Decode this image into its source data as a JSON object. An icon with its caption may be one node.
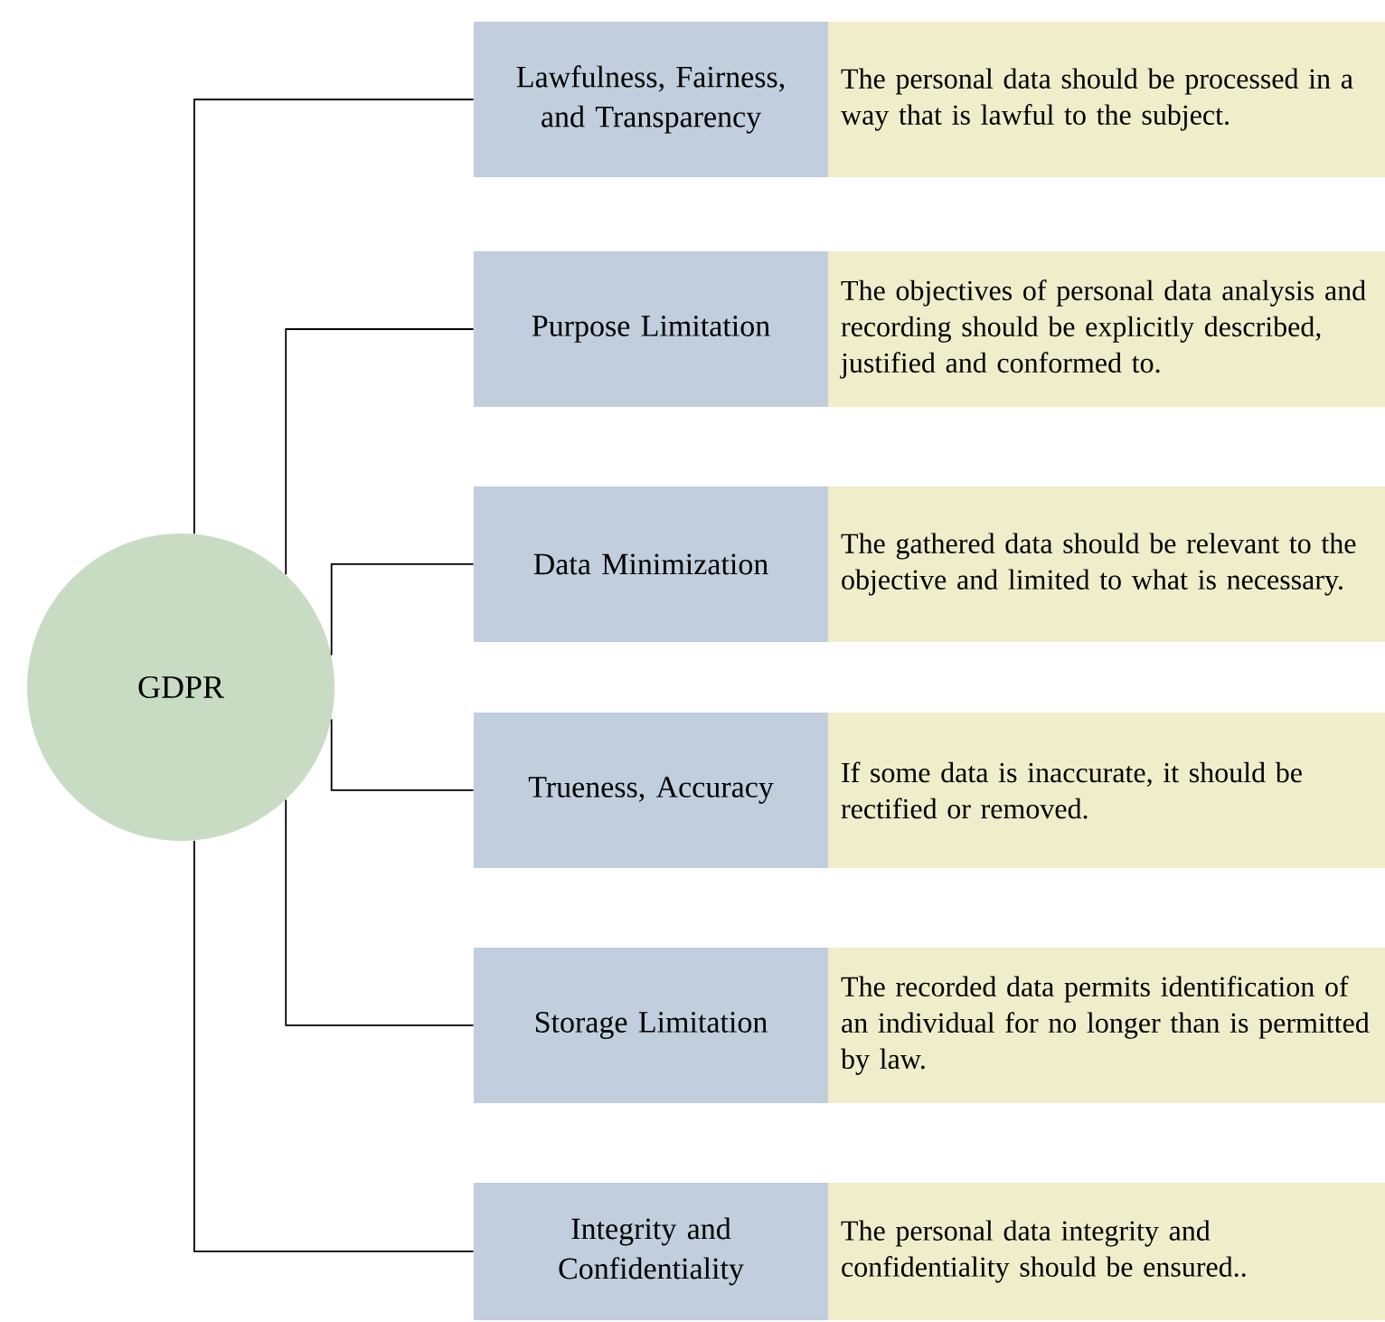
{
  "diagram": {
    "nodes": [
      {
        "text": [
          "GDPR"
        ]
      },
      {
        "text": [
          "Lawfulness, Fairness, and Transparency"
        ]
      },
      {
        "text": [
          "The personal data should be processed in a way that is lawful to the subject."
        ]
      },
      {
        "text": [
          "Purpose Limitation"
        ]
      },
      {
        "text": [
          "The objectives of personal data analysis and recording should be explicitly described, justified and conformed to."
        ]
      },
      {
        "text": [
          "Data Minimization"
        ]
      },
      {
        "text": [
          "The gathered data should be relevant to the objective and limited to what is necessary."
        ]
      },
      {
        "text": [
          "Trueness, Accuracy"
        ]
      },
      {
        "text": [
          "If some data is inaccurate, it should be rectified or removed."
        ]
      },
      {
        "text": [
          "Storage Limitation"
        ]
      },
      {
        "text": [
          "The recorded data permits identification of an individual for no longer than is permitted by law."
        ]
      },
      {
        "text": [
          "Integrity and Confidentiality"
        ]
      },
      {
        "text": [
          "The personal data integrity and confidentiality should be ensured.."
        ]
      }
    ],
    "edges": [
      {
        "from": 0,
        "to": 1,
        "arrow": "none"
      },
      {
        "from": 0,
        "to": 3,
        "arrow": "none"
      },
      {
        "from": 0,
        "to": 5,
        "arrow": "none"
      },
      {
        "from": 0,
        "to": 7,
        "arrow": "none"
      },
      {
        "from": 0,
        "to": 9,
        "arrow": "none"
      },
      {
        "from": 0,
        "to": 11,
        "arrow": "none"
      }
    ]
  }
}
